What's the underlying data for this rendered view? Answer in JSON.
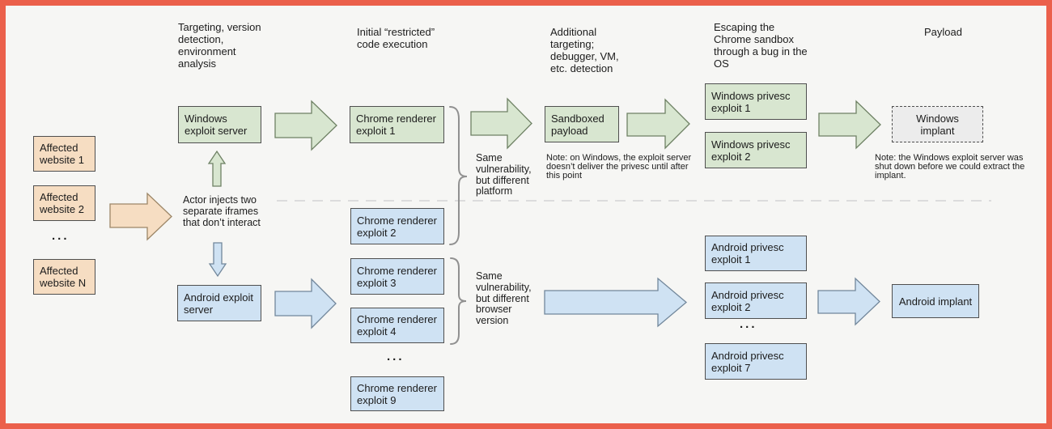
{
  "colors": {
    "frame_border": "#eb604b",
    "background": "#f6f6f4",
    "green_fill": "#d8e6d0",
    "blue_fill": "#cfe2f3",
    "orange_fill": "#f6ddc2",
    "implant_fill": "#ececec",
    "box_border": "#4f4f4f",
    "green_stroke": "#6e8164",
    "blue_stroke": "#72879b",
    "orange_stroke": "#9c8667",
    "brace_gray": "#909090",
    "dashed_line": "#dcdcdc",
    "text": "#1c1c1c"
  },
  "column_headers": {
    "targeting": "Targeting, version\ndetection,\nenvironment\nanalysis",
    "initial_code_exec": "Initial “restricted”\ncode execution",
    "additional_targeting": "Additional\ntargeting;\ndebugger, VM,\netc. detection",
    "sandbox_escape": "Escaping the\nChrome sandbox\nthrough a bug in the\nOS",
    "payload": "Payload"
  },
  "boxes": {
    "affected_website_1": "Affected\nwebsite 1",
    "affected_website_2": "Affected\nwebsite 2",
    "affected_website_n": "Affected\nwebsite N",
    "windows_exploit_server": "Windows\nexploit server",
    "android_exploit_server": "Android exploit\nserver",
    "chrome_renderer_exploit_1": "Chrome renderer\nexploit 1",
    "chrome_renderer_exploit_2": "Chrome renderer\nexploit 2",
    "chrome_renderer_exploit_3": "Chrome renderer\nexploit 3",
    "chrome_renderer_exploit_4": "Chrome renderer\nexploit 4",
    "chrome_renderer_exploit_9": "Chrome renderer\nexploit 9",
    "sandboxed_payload": "Sandboxed\npayload",
    "windows_privesc_exploit_1": "Windows privesc\nexploit 1",
    "windows_privesc_exploit_2": "Windows privesc\nexploit 2",
    "windows_implant": "Windows implant",
    "android_privesc_exploit_1": "Android privesc\nexploit 1",
    "android_privesc_exploit_2": "Android privesc\nexploit 2",
    "android_privesc_exploit_7": "Android privesc\nexploit 7",
    "android_implant": "Android implant"
  },
  "annotations": {
    "actor_iframes": "Actor injects two\nseparate iframes\nthat don’t interact",
    "same_vuln_platform": "Same\nvulnerability,\nbut different\nplatform",
    "same_vuln_browser": "Same\nvulnerability,\nbut different\nbrowser\nversion",
    "windows_privesc_note": "Note: on Windows, the exploit server\ndoesn’t deliver the privesc until after\nthis point",
    "windows_implant_note": "Note: the Windows exploit server was\nshut down before we could extract the\nimplant.",
    "ellipsis_websites": "...",
    "ellipsis_renderer": "...",
    "ellipsis_privesc": "..."
  }
}
